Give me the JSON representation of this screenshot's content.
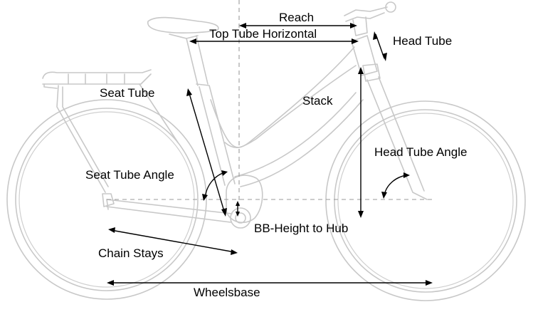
{
  "diagram": {
    "title": "Bike geometry",
    "subject": "e-bike side view with geometry measurements",
    "labels": {
      "reach": "Reach",
      "top_tube_horizontal": "Top Tube Horizontal",
      "head_tube": "Head Tube",
      "seat_tube": "Seat Tube",
      "stack": "Stack",
      "head_tube_angle": "Head Tube Angle",
      "seat_tube_angle": "Seat Tube Angle",
      "bb_height_to_hub": "BB-Height to Hub",
      "chain_stays": "Chain Stays",
      "wheelsbase": "Wheelsbase"
    },
    "colors": {
      "bike_outline": "#c8c8c8",
      "dimension_lines": "#000000",
      "reference_lines": "#9a9a9a",
      "background": "#ffffff"
    }
  }
}
